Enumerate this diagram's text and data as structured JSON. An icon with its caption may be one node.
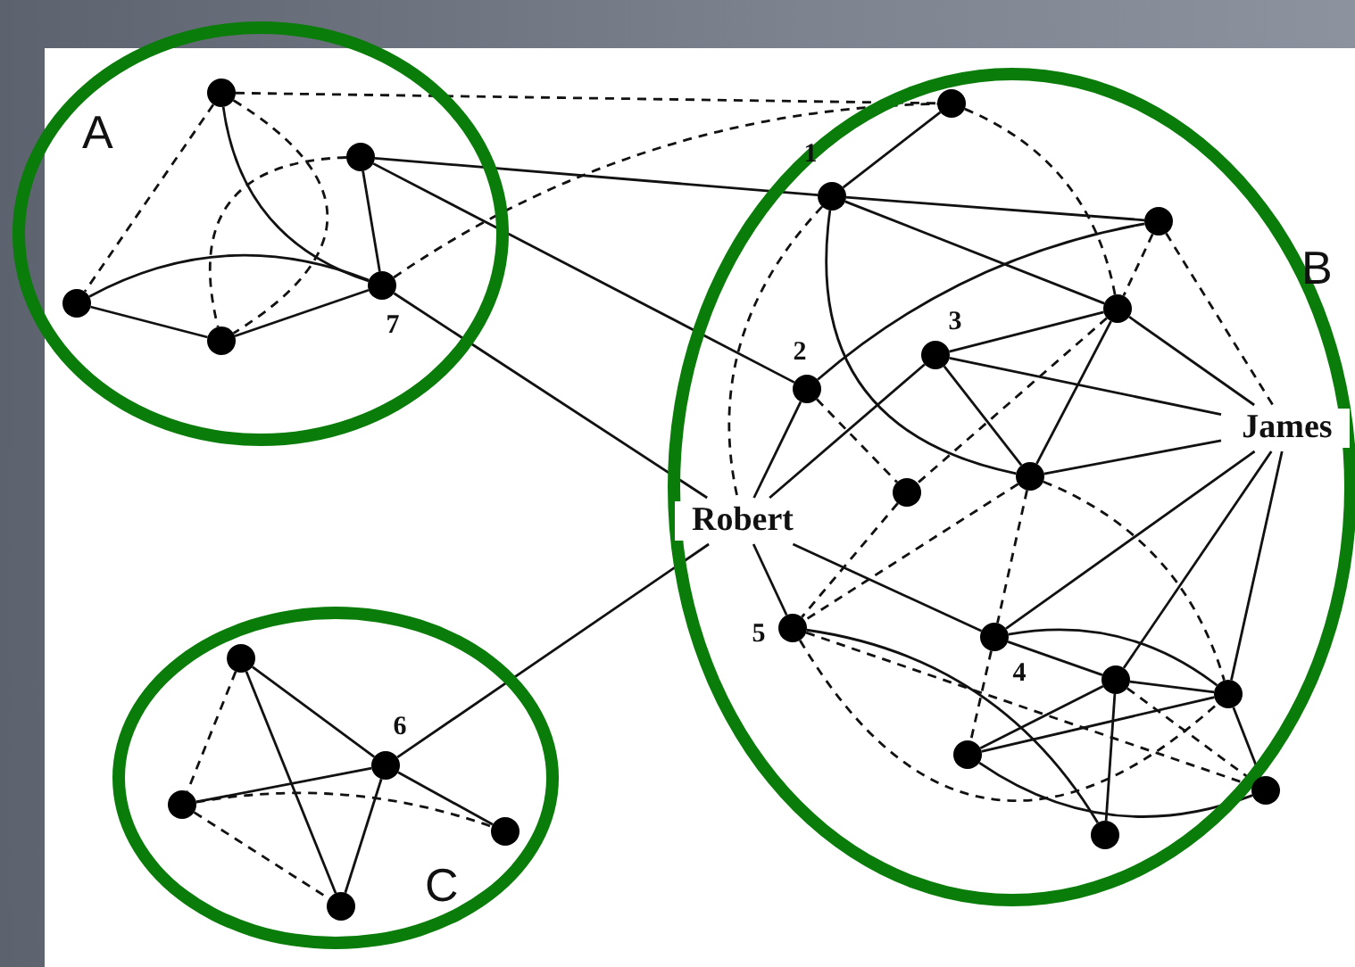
{
  "diagram": {
    "nodes": [
      {
        "text": [
          "A"
        ]
      },
      {
        "text": [],
        "shape": "circle",
        "in": 0
      },
      {
        "text": [],
        "shape": "circle",
        "in": 0
      },
      {
        "text": [],
        "shape": "circle",
        "in": 0
      },
      {
        "text": [],
        "shape": "circle",
        "in": 0
      },
      {
        "text": [],
        "shape": "circle",
        "in": 0,
        "beside": [
          "7"
        ]
      },
      {
        "text": [
          "B"
        ]
      },
      {
        "text": [],
        "shape": "circle",
        "in": 6
      },
      {
        "text": [],
        "shape": "circle",
        "in": 6,
        "beside": [
          "1"
        ]
      },
      {
        "text": [],
        "shape": "circle",
        "in": 6
      },
      {
        "text": [],
        "shape": "circle",
        "in": 6
      },
      {
        "text": [],
        "shape": "circle",
        "in": 6,
        "beside": [
          "2"
        ]
      },
      {
        "text": [],
        "shape": "circle",
        "in": 6,
        "beside": [
          "3"
        ]
      },
      {
        "text": [
          "James"
        ],
        "in": 6
      },
      {
        "text": [],
        "shape": "circle",
        "in": 6
      },
      {
        "text": [],
        "shape": "circle",
        "in": 6
      },
      {
        "text": [
          "Robert"
        ],
        "in": 6
      },
      {
        "text": [],
        "shape": "circle",
        "in": 6,
        "beside": [
          "5"
        ]
      },
      {
        "text": [],
        "shape": "circle",
        "in": 6,
        "beside": [
          "4"
        ]
      },
      {
        "text": [],
        "shape": "circle",
        "in": 6
      },
      {
        "text": [],
        "shape": "circle",
        "in": 6
      },
      {
        "text": [],
        "shape": "circle",
        "in": 6
      },
      {
        "text": [],
        "shape": "circle",
        "in": 6
      },
      {
        "text": [],
        "shape": "circle",
        "in": 6
      },
      {
        "text": [
          "C"
        ]
      },
      {
        "text": [],
        "shape": "circle",
        "in": 24
      },
      {
        "text": [],
        "shape": "circle",
        "in": 24
      },
      {
        "text": [],
        "shape": "circle",
        "in": 24,
        "beside": [
          "6"
        ]
      },
      {
        "text": [],
        "shape": "circle",
        "in": 24
      },
      {
        "text": [],
        "shape": "circle",
        "in": 24
      }
    ],
    "edges": [
      {
        "from": 1,
        "to": 3,
        "arrow": "none",
        "style": "dashed"
      },
      {
        "from": 1,
        "to": 5,
        "arrow": "none"
      },
      {
        "from": 1,
        "to": 4,
        "arrow": "none",
        "style": "dashed"
      },
      {
        "from": 1,
        "to": 7,
        "arrow": "none",
        "style": "dashed"
      },
      {
        "from": 2,
        "to": 5,
        "arrow": "none"
      },
      {
        "from": 2,
        "to": 4,
        "arrow": "none",
        "style": "dashed"
      },
      {
        "from": 2,
        "to": 8,
        "arrow": "none"
      },
      {
        "from": 2,
        "to": 11,
        "arrow": "none"
      },
      {
        "from": 3,
        "to": 5,
        "arrow": "none"
      },
      {
        "from": 3,
        "to": 4,
        "arrow": "none"
      },
      {
        "from": 4,
        "to": 5,
        "arrow": "none"
      },
      {
        "from": 5,
        "to": 7,
        "arrow": "none",
        "style": "dashed"
      },
      {
        "from": 5,
        "to": 16,
        "arrow": "none"
      },
      {
        "from": 7,
        "to": 8,
        "arrow": "none"
      },
      {
        "from": 7,
        "to": 10,
        "arrow": "none",
        "style": "dashed"
      },
      {
        "from": 8,
        "to": 9,
        "arrow": "none"
      },
      {
        "from": 8,
        "to": 10,
        "arrow": "none"
      },
      {
        "from": 8,
        "to": 14,
        "arrow": "none"
      },
      {
        "from": 8,
        "to": 16,
        "arrow": "none",
        "style": "dashed"
      },
      {
        "from": 9,
        "to": 10,
        "arrow": "none",
        "style": "dashed"
      },
      {
        "from": 9,
        "to": 13,
        "arrow": "none",
        "style": "dashed"
      },
      {
        "from": 9,
        "to": 11,
        "arrow": "none"
      },
      {
        "from": 10,
        "to": 12,
        "arrow": "none"
      },
      {
        "from": 10,
        "to": 13,
        "arrow": "none"
      },
      {
        "from": 10,
        "to": 14,
        "arrow": "none"
      },
      {
        "from": 10,
        "to": 15,
        "arrow": "none",
        "style": "dashed"
      },
      {
        "from": 11,
        "to": 16,
        "arrow": "none"
      },
      {
        "from": 11,
        "to": 15,
        "arrow": "none",
        "style": "dashed"
      },
      {
        "from": 12,
        "to": 13,
        "arrow": "none"
      },
      {
        "from": 12,
        "to": 14,
        "arrow": "none"
      },
      {
        "from": 12,
        "to": 16,
        "arrow": "none"
      },
      {
        "from": 14,
        "to": 13,
        "arrow": "none"
      },
      {
        "from": 14,
        "to": 17,
        "arrow": "none",
        "style": "dashed"
      },
      {
        "from": 14,
        "to": 18,
        "arrow": "none",
        "style": "dashed"
      },
      {
        "from": 14,
        "to": 20,
        "arrow": "none",
        "style": "dashed"
      },
      {
        "from": 15,
        "to": 17,
        "arrow": "none",
        "style": "dashed"
      },
      {
        "from": 16,
        "to": 17,
        "arrow": "none"
      },
      {
        "from": 16,
        "to": 18,
        "arrow": "none"
      },
      {
        "from": 13,
        "to": 18,
        "arrow": "none"
      },
      {
        "from": 13,
        "to": 19,
        "arrow": "none"
      },
      {
        "from": 13,
        "to": 20,
        "arrow": "none"
      },
      {
        "from": 17,
        "to": 23,
        "arrow": "none"
      },
      {
        "from": 17,
        "to": 22,
        "arrow": "none",
        "style": "dashed"
      },
      {
        "from": 17,
        "to": 20,
        "arrow": "none",
        "style": "dashed"
      },
      {
        "from": 18,
        "to": 21,
        "arrow": "none",
        "style": "dashed"
      },
      {
        "from": 18,
        "to": 19,
        "arrow": "none"
      },
      {
        "from": 18,
        "to": 20,
        "arrow": "none"
      },
      {
        "from": 19,
        "to": 20,
        "arrow": "none"
      },
      {
        "from": 19,
        "to": 21,
        "arrow": "none"
      },
      {
        "from": 19,
        "to": 23,
        "arrow": "none"
      },
      {
        "from": 19,
        "to": 22,
        "arrow": "none",
        "style": "dashed"
      },
      {
        "from": 20,
        "to": 21,
        "arrow": "none"
      },
      {
        "from": 20,
        "to": 22,
        "arrow": "none"
      },
      {
        "from": 21,
        "to": 22,
        "arrow": "none"
      },
      {
        "from": 25,
        "to": 26,
        "arrow": "none",
        "style": "dashed"
      },
      {
        "from": 25,
        "to": 27,
        "arrow": "none"
      },
      {
        "from": 25,
        "to": 29,
        "arrow": "none"
      },
      {
        "from": 26,
        "to": 27,
        "arrow": "none"
      },
      {
        "from": 26,
        "to": 28,
        "arrow": "none",
        "style": "dashed"
      },
      {
        "from": 26,
        "to": 29,
        "arrow": "none",
        "style": "dashed"
      },
      {
        "from": 27,
        "to": 28,
        "arrow": "none"
      },
      {
        "from": 27,
        "to": 29,
        "arrow": "none"
      },
      {
        "from": 27,
        "to": 16,
        "arrow": "none"
      }
    ]
  }
}
